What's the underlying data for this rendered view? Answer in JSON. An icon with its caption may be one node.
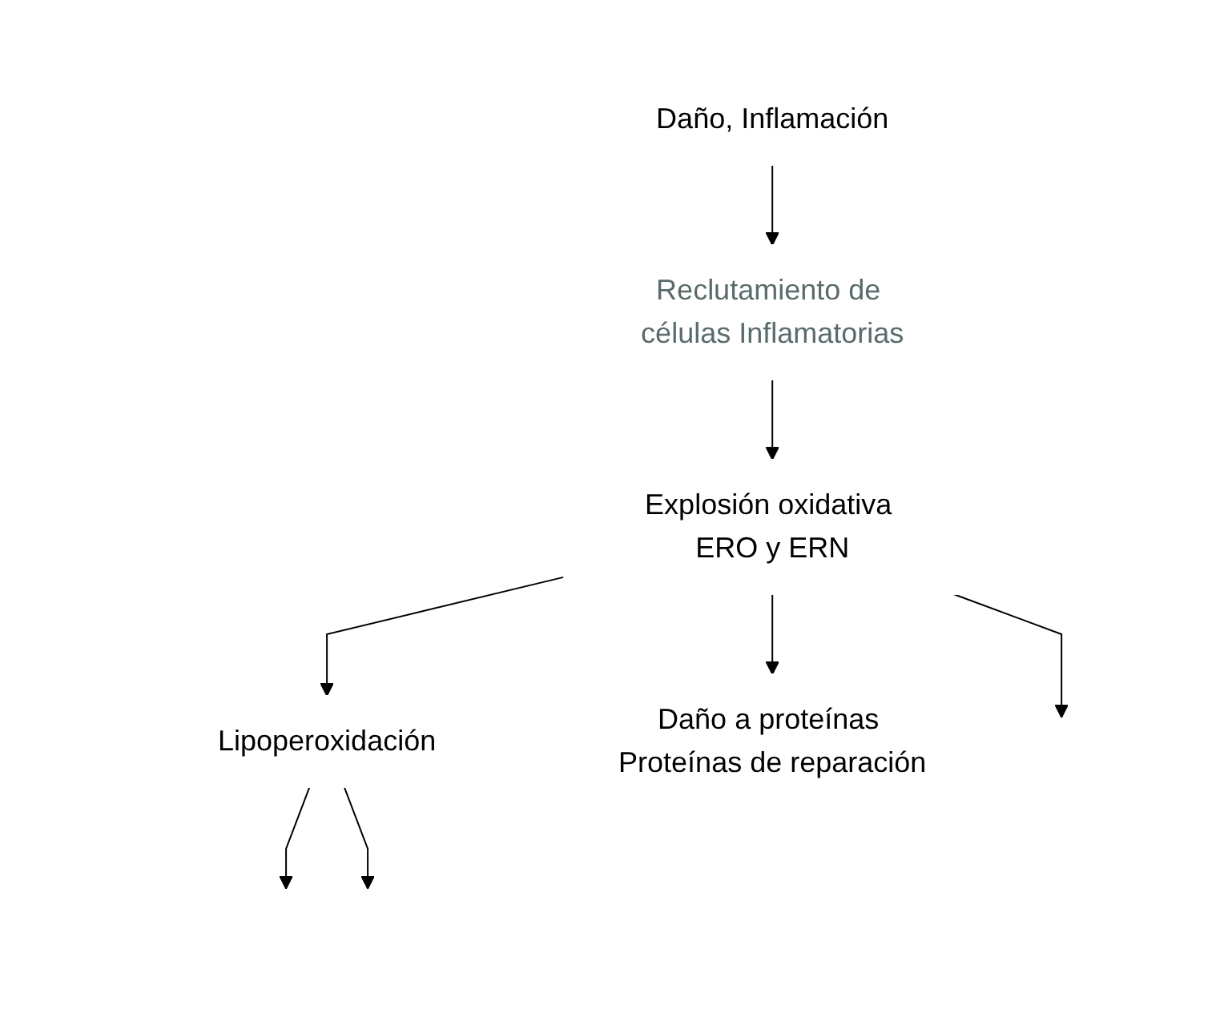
{
  "diagram": {
    "nodes": [
      {
        "text": [
          "Daño, Inflamación"
        ]
      },
      {
        "text": [
          "Reclutamiento de células Inflamatorias"
        ]
      },
      {
        "text": [
          "Explosión oxidativa ERO y ERN"
        ]
      },
      {
        "text": [
          "Lipoperoxidación"
        ]
      },
      {
        "text": [
          "Daño a proteínas Proteínas de reparación"
        ]
      }
    ],
    "edges": [
      {
        "from": 0,
        "to": 1,
        "arrow": "to"
      },
      {
        "from": 1,
        "to": 2,
        "arrow": "to"
      },
      {
        "from": 2,
        "to": 4,
        "arrow": "to"
      },
      {
        "from": 2,
        "to": null,
        "arrow": "to"
      },
      {
        "from": 2,
        "to": 3,
        "arrow": "to"
      },
      {
        "from": 3,
        "to": null,
        "arrow": "to"
      },
      {
        "from": 3,
        "to": null,
        "arrow": "to"
      }
    ]
  }
}
